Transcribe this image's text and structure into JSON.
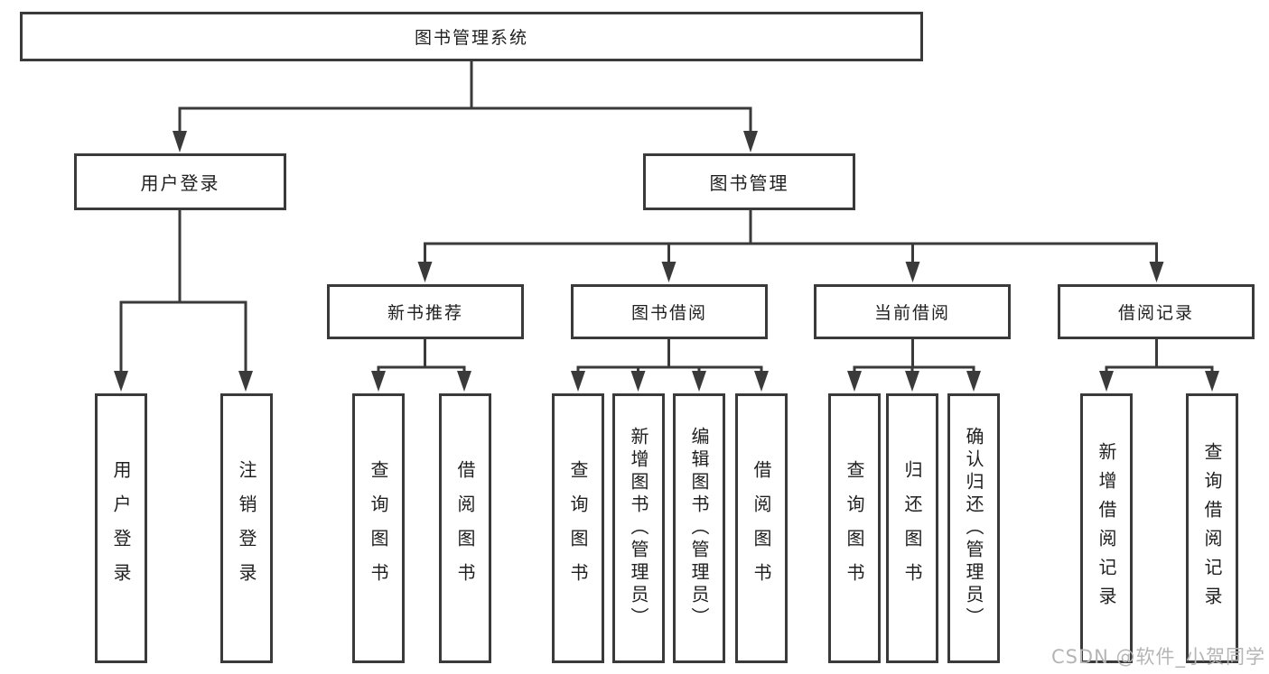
{
  "colors": {
    "line": "#3a3a3a",
    "text": "#1f1f1f",
    "watermark": "#b5b5b5",
    "background": "#ffffff"
  },
  "watermark": {
    "text": "CSDN @软件_小贺同学"
  },
  "tree": {
    "root": "图书管理系统",
    "branches": [
      {
        "label": "用户登录",
        "children": [
          "用户登录",
          "注销登录"
        ]
      },
      {
        "label": "图书管理",
        "groups": [
          {
            "label": "新书推荐",
            "children": [
              "查询图书",
              "借阅图书"
            ]
          },
          {
            "label": "图书借阅",
            "children": [
              "查询图书",
              "新增图书（管理员）",
              "编辑图书（管理员）",
              "借阅图书"
            ]
          },
          {
            "label": "当前借阅",
            "children": [
              "查询图书",
              "归还图书",
              "确认归还（管理员）"
            ]
          },
          {
            "label": "借阅记录",
            "children": [
              "新增借阅记录",
              "查询借阅记录"
            ]
          }
        ]
      }
    ]
  }
}
